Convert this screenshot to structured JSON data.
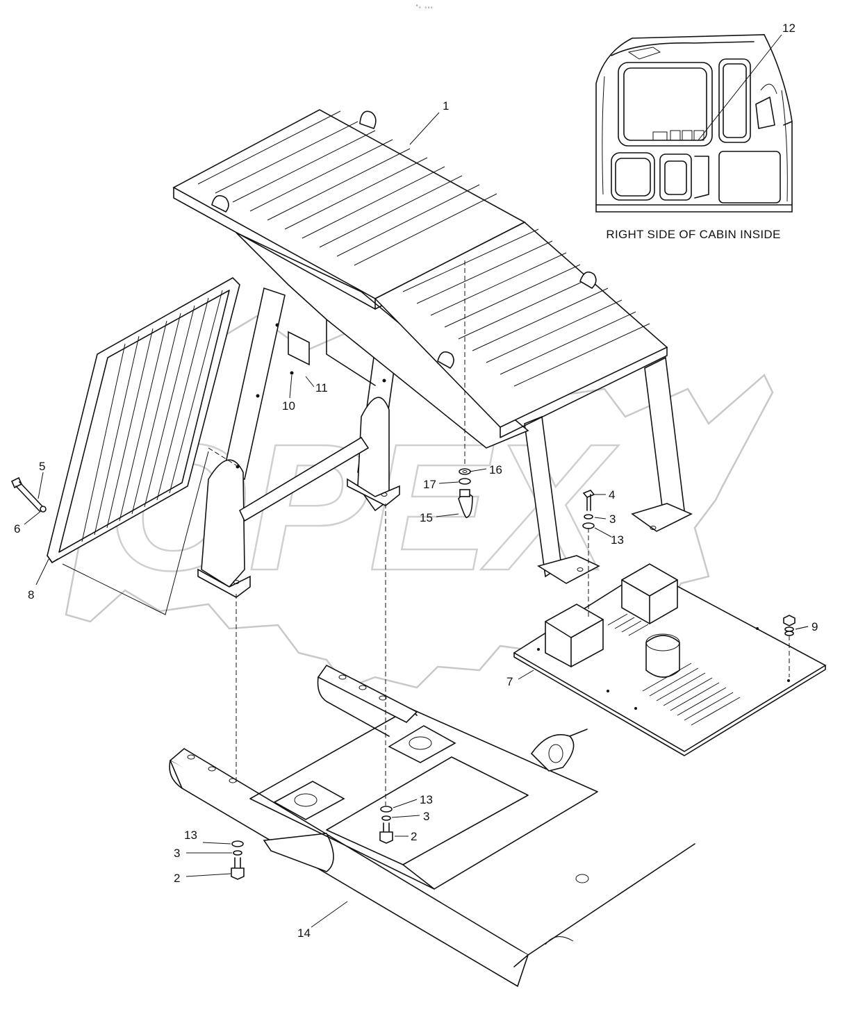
{
  "header": {
    "corner_mark": "°ₒ ₒₒₒ"
  },
  "watermark": {
    "text": "OPEX"
  },
  "inset": {
    "caption": "RIGHT SIDE OF CABIN INSIDE"
  },
  "callouts": [
    {
      "id": "c1",
      "label": "1"
    },
    {
      "id": "c2a",
      "label": "2"
    },
    {
      "id": "c2b",
      "label": "2"
    },
    {
      "id": "c3a",
      "label": "3"
    },
    {
      "id": "c3b",
      "label": "3"
    },
    {
      "id": "c3c",
      "label": "3"
    },
    {
      "id": "c4",
      "label": "4"
    },
    {
      "id": "c5",
      "label": "5"
    },
    {
      "id": "c6",
      "label": "6"
    },
    {
      "id": "c7",
      "label": "7"
    },
    {
      "id": "c8",
      "label": "8"
    },
    {
      "id": "c9",
      "label": "9"
    },
    {
      "id": "c10",
      "label": "10"
    },
    {
      "id": "c11",
      "label": "11"
    },
    {
      "id": "c12",
      "label": "12"
    },
    {
      "id": "c13a",
      "label": "13"
    },
    {
      "id": "c13b",
      "label": "13"
    },
    {
      "id": "c13c",
      "label": "13"
    },
    {
      "id": "c14",
      "label": "14"
    },
    {
      "id": "c15",
      "label": "15"
    },
    {
      "id": "c16",
      "label": "16"
    },
    {
      "id": "c17",
      "label": "17"
    }
  ]
}
